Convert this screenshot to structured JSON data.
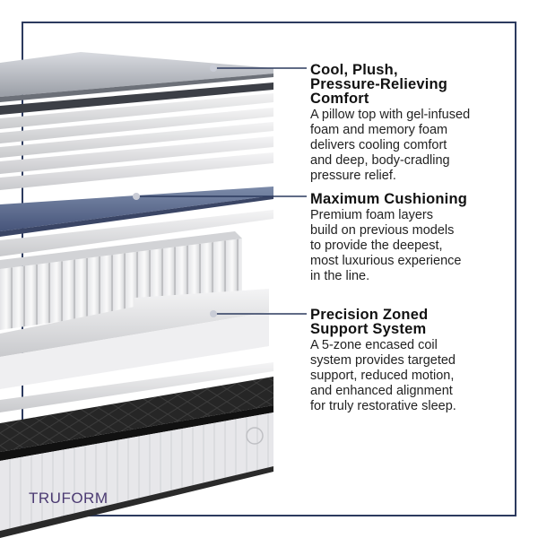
{
  "callouts": [
    {
      "title": "Cool, Plush, Pressure-Relieving Comfort",
      "title_lines": [
        "Cool, Plush,",
        "Pressure-Relieving",
        "Comfort"
      ],
      "body_lines": [
        "A pillow top with gel-infused",
        "foam and memory foam",
        "delivers cooling comfort",
        "and deep, body-cradling",
        "pressure relief."
      ]
    },
    {
      "title": "Maximum Cushioning",
      "title_lines": [
        "Maximum Cushioning"
      ],
      "body_lines": [
        "Premium foam layers",
        "build on previous models",
        "to provide the deepest,",
        "most luxurious experience",
        "in the line."
      ]
    },
    {
      "title": "Precision Zoned Support System",
      "title_lines": [
        "Precision Zoned",
        "Support System"
      ],
      "body_lines": [
        "A 5-zone encased coil",
        "system provides targeted",
        "support, reduced motion,",
        "and enhanced alignment",
        "for truly restorative sleep."
      ]
    }
  ],
  "brand": "TRUFORM",
  "colors": {
    "frame": "#2c3a5e",
    "blue_layer": "#5f6f8f",
    "brand": "#4b3a72",
    "dark_band": "#1e1e1e"
  }
}
